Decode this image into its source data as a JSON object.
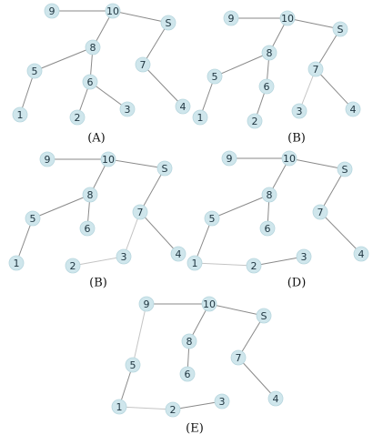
{
  "panels": [
    {
      "caption": "(A)",
      "nodes": [
        "9",
        "10",
        "S",
        "8",
        "5",
        "7",
        "6",
        "1",
        "2",
        "3",
        "4"
      ],
      "edges": [
        [
          "9",
          "10"
        ],
        [
          "10",
          "S"
        ],
        [
          "10",
          "8"
        ],
        [
          "8",
          "5"
        ],
        [
          "8",
          "6"
        ],
        [
          "5",
          "1"
        ],
        [
          "6",
          "2"
        ],
        [
          "6",
          "3"
        ],
        [
          "S",
          "7"
        ],
        [
          "7",
          "4"
        ]
      ]
    },
    {
      "caption": "(B)",
      "nodes": [
        "9",
        "10",
        "S",
        "8",
        "5",
        "7",
        "6",
        "1",
        "2",
        "3",
        "4"
      ],
      "edges": [
        [
          "9",
          "10"
        ],
        [
          "10",
          "S"
        ],
        [
          "10",
          "8"
        ],
        [
          "8",
          "5"
        ],
        [
          "8",
          "6"
        ],
        [
          "5",
          "1"
        ],
        [
          "6",
          "2"
        ],
        [
          "S",
          "7"
        ],
        [
          "7",
          "3"
        ],
        [
          "7",
          "4"
        ]
      ]
    },
    {
      "caption": "(B)",
      "nodes": [
        "9",
        "10",
        "S",
        "8",
        "5",
        "7",
        "6",
        "1",
        "2",
        "3",
        "4"
      ],
      "edges": [
        [
          "9",
          "10"
        ],
        [
          "10",
          "S"
        ],
        [
          "10",
          "8"
        ],
        [
          "8",
          "5"
        ],
        [
          "8",
          "6"
        ],
        [
          "5",
          "1"
        ],
        [
          "S",
          "7"
        ],
        [
          "7",
          "3"
        ],
        [
          "7",
          "4"
        ],
        [
          "3",
          "2"
        ]
      ]
    },
    {
      "caption": "(D)",
      "nodes": [
        "9",
        "10",
        "S",
        "8",
        "5",
        "7",
        "6",
        "1",
        "2",
        "3",
        "4"
      ],
      "edges": [
        [
          "9",
          "10"
        ],
        [
          "10",
          "S"
        ],
        [
          "10",
          "8"
        ],
        [
          "8",
          "5"
        ],
        [
          "8",
          "6"
        ],
        [
          "5",
          "1"
        ],
        [
          "1",
          "2"
        ],
        [
          "2",
          "3"
        ],
        [
          "S",
          "7"
        ],
        [
          "7",
          "4"
        ]
      ]
    },
    {
      "caption": "(E)",
      "nodes": [
        "9",
        "10",
        "S",
        "8",
        "5",
        "7",
        "6",
        "1",
        "2",
        "3",
        "4"
      ],
      "edges": [
        [
          "9",
          "10"
        ],
        [
          "10",
          "S"
        ],
        [
          "9",
          "5"
        ],
        [
          "10",
          "8"
        ],
        [
          "8",
          "6"
        ],
        [
          "5",
          "1"
        ],
        [
          "1",
          "2"
        ],
        [
          "2",
          "3"
        ],
        [
          "S",
          "7"
        ],
        [
          "7",
          "4"
        ]
      ]
    }
  ]
}
